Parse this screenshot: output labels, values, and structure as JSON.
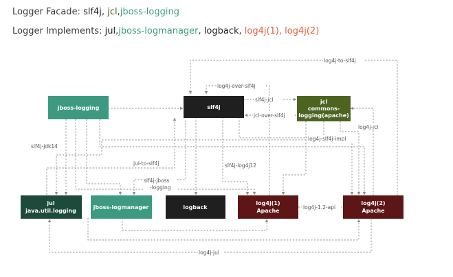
{
  "header": {
    "facade_label": "Logger Facade: ",
    "facade_items": [
      {
        "text": "slf4j",
        "color": "dark"
      },
      {
        "text": ", ",
        "color": "plain"
      },
      {
        "text": "jcl",
        "color": "olive"
      },
      {
        "text": ",",
        "color": "plain"
      },
      {
        "text": "jboss-logging",
        "color": "teal"
      }
    ],
    "implements_label": "Logger Implements: ",
    "implements_items": [
      {
        "text": "jul",
        "color": "dark"
      },
      {
        "text": ",",
        "color": "plain"
      },
      {
        "text": "jboss-logmanager",
        "color": "teal"
      },
      {
        "text": ", ",
        "color": "plain"
      },
      {
        "text": "logback",
        "color": "dark"
      },
      {
        "text": ", ",
        "color": "plain"
      },
      {
        "text": "log4j(1), log4j(2)",
        "color": "red"
      }
    ]
  },
  "colors": {
    "dark": "#222222",
    "olive": "#4a5f1c",
    "teal": "#3f9b82",
    "red": "#e0603a",
    "node_teal": "#3d9a80",
    "node_dark_green": "#1e4a3c",
    "node_black": "#1f1f1f",
    "node_olive": "#4d6421",
    "node_maroon": "#5e1515"
  },
  "nodes": [
    {
      "id": "jboss-logging",
      "lines": [
        "jboss-logging"
      ],
      "color": "node_teal"
    },
    {
      "id": "slf4j",
      "lines": [
        "slf4j"
      ],
      "color": "node_black"
    },
    {
      "id": "jcl",
      "lines": [
        "jcl",
        "commons-",
        "logging(apache)"
      ],
      "color": "node_olive"
    },
    {
      "id": "jul",
      "lines": [
        "jul",
        "java.util.logging"
      ],
      "color": "node_dark_green"
    },
    {
      "id": "jboss-logmanager",
      "lines": [
        "jboss-logmanager"
      ],
      "color": "node_teal"
    },
    {
      "id": "logback",
      "lines": [
        "logback"
      ],
      "color": "node_black"
    },
    {
      "id": "log4j1",
      "lines": [
        "log4j(1)",
        "Apache"
      ],
      "color": "node_maroon"
    },
    {
      "id": "log4j2",
      "lines": [
        "log4j(2)",
        "Apache"
      ],
      "color": "node_maroon"
    }
  ],
  "edge_labels": [
    {
      "id": "log4j-to-slf4j",
      "text": "log4j-to-slf4j"
    },
    {
      "id": "log4j-over-slf4j",
      "text": "log4j-over-slf4j"
    },
    {
      "id": "slf4j-jcl",
      "text": "slf4j-jcl"
    },
    {
      "id": "jcl-over-slf4j",
      "text": "jcl-over-slf4j"
    },
    {
      "id": "log4j-jcl",
      "text": "log4j-jcl"
    },
    {
      "id": "log4j-slf4j-impl",
      "text": "log4j-slf4j-impl"
    },
    {
      "id": "slf4j-jdk14",
      "text": "slf4j-jdk14"
    },
    {
      "id": "jul-to-slf4j",
      "text": "jul-to-slf4j"
    },
    {
      "id": "slf4j-jboss-logging",
      "lines": [
        "slf4j-jboss",
        "-logging"
      ]
    },
    {
      "id": "slf4j-log4j12",
      "text": "slf4j-log4j12"
    },
    {
      "id": "log4j-1.2-api",
      "text": "log4j-1.2-api"
    },
    {
      "id": "log4j-jul",
      "text": "log4j-jul"
    }
  ]
}
